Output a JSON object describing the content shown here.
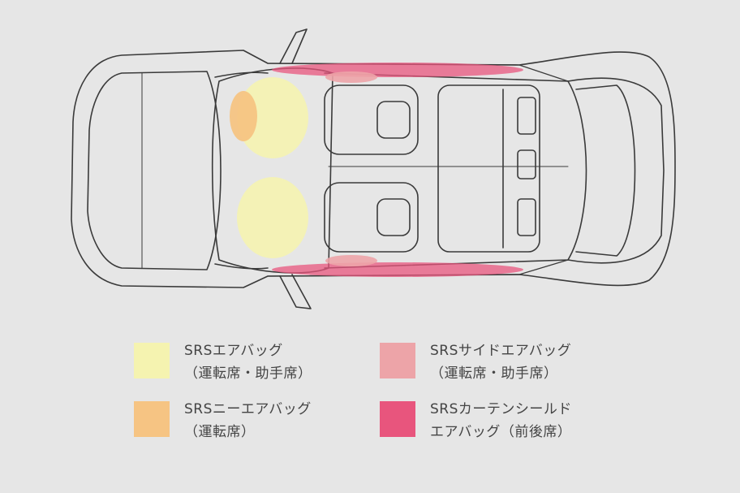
{
  "colors": {
    "background": "#e6e6e6",
    "line": "#3a3a3a",
    "srs_airbag": "#f5f3b0",
    "srs_knee_airbag": "#f6c483",
    "srs_side_airbag": "#eda4a8",
    "srs_curtain_airbag": "#e8557d"
  },
  "legend": [
    {
      "key": "srs_airbag",
      "line1": "SRSエアバッグ",
      "line2": "（運転席・助手席）"
    },
    {
      "key": "srs_knee_airbag",
      "line1": "SRSニーエアバッグ",
      "line2": "（運転席）"
    },
    {
      "key": "srs_side_airbag",
      "line1": "SRSサイドエアバッグ",
      "line2": "（運転席・助手席）"
    },
    {
      "key": "srs_curtain_airbag",
      "line1": "SRSカーテンシールド",
      "line2": "エアバッグ（前後席）"
    }
  ]
}
